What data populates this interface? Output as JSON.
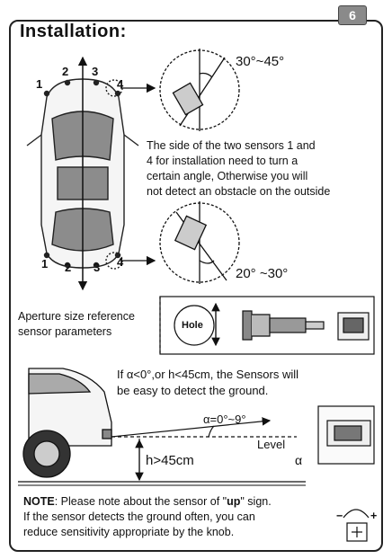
{
  "page_number": "6",
  "title": "Installation:",
  "sensor_numbers": {
    "top": [
      "1",
      "2",
      "3",
      "4"
    ],
    "bottom": [
      "1",
      "2",
      "3",
      "4"
    ]
  },
  "angle_top": "30°~45°",
  "angle_bottom": "20° ~30°",
  "description_lines": [
    "The side of the two sensors 1 and",
    "4 for installation need to turn a",
    "certain angle, Otherwise you will",
    "not detect an obstacle on the outside"
  ],
  "aperture_lines": [
    "Aperture size reference",
    "sensor parameters"
  ],
  "hole_label": "Hole",
  "ground_lines": [
    "If α<0°,or h<45cm, the Sensors will",
    "be easy to detect the ground."
  ],
  "alpha_label": "α=0°~9°",
  "level_label": "Level",
  "alpha_symbol": "α",
  "height_label": "h>45cm",
  "note": {
    "prefix": "NOTE",
    "line1_rest": ": Please note about the sensor of \"",
    "up_word": "up",
    "line1_end": "\" sign.",
    "line2": "If the sensor detects the ground often, you can",
    "line3": "reduce sensitivity appropriate by the knob."
  },
  "knob_signs": {
    "minus": "−",
    "plus": "+"
  }
}
